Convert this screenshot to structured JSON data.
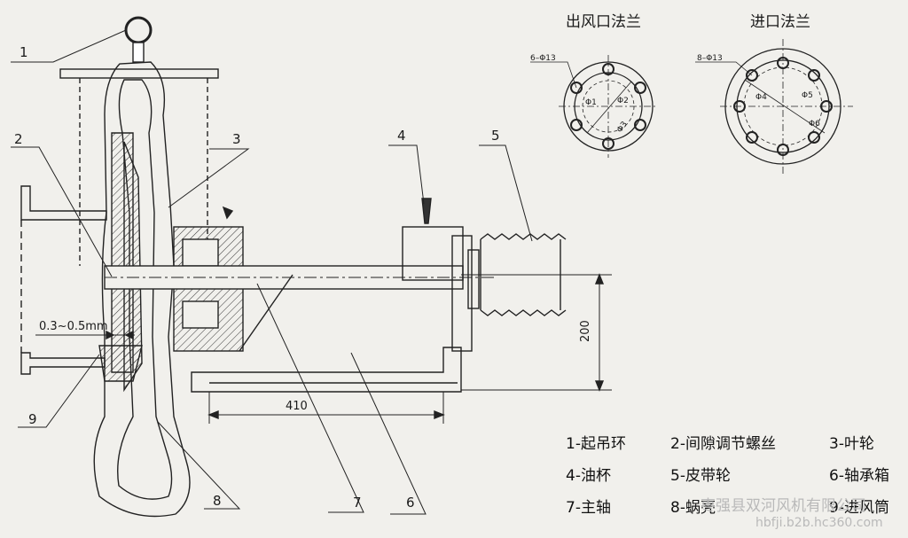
{
  "flanges": {
    "outlet_title": "出风口法兰",
    "inlet_title": "进口法兰",
    "outlet_hole_spec": "6–Φ13",
    "inlet_hole_spec": "8–Φ13",
    "outlet_dims": [
      "Φ1",
      "Φ2",
      "Φ3"
    ],
    "inlet_dims": [
      "Φ4",
      "Φ5",
      "Φ6"
    ]
  },
  "callouts": [
    "1",
    "2",
    "3",
    "4",
    "5",
    "6",
    "7",
    "8",
    "9"
  ],
  "dimensions": {
    "gap": "0.3~0.5mm",
    "length": "410",
    "height": "200"
  },
  "legend": [
    "1-起吊环",
    "2-间隙调节螺丝",
    "3-叶轮",
    "4-油杯",
    "5-皮带轮",
    "6-轴承箱",
    "7-主轴",
    "8-蜗壳",
    "9-进风筒"
  ],
  "watermark": {
    "company": "枣强县双河风机有限公司",
    "site": "hbfji.b2b.hc360.com"
  }
}
